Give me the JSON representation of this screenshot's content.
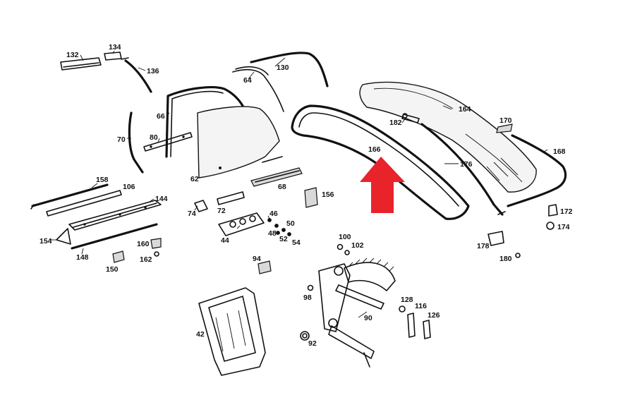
{
  "labels": {
    "p132": "132",
    "p134": "134",
    "p136": "136",
    "p130": "130",
    "p64": "64",
    "p66": "66",
    "p70": "70",
    "p80": "80",
    "p62": "62",
    "p68": "68",
    "p164": "164",
    "p170": "170",
    "p182": "182",
    "p168": "168",
    "p166": "166",
    "p176": "176",
    "p158": "158",
    "p106": "106",
    "p144": "144",
    "p74": "74",
    "p72": "72",
    "p156": "156",
    "p46": "46",
    "p50": "50",
    "p48": "48",
    "p52": "52",
    "p54": "54",
    "p44": "44",
    "p172": "172",
    "p174": "174",
    "p154": "154",
    "p148": "148",
    "p160": "160",
    "p162": "162",
    "p150": "150",
    "p100": "100",
    "p102": "102",
    "p178": "178",
    "p180": "180",
    "p94": "94",
    "p98": "98",
    "p128": "128",
    "p116": "116",
    "p126": "126",
    "p90": "90",
    "p42": "42",
    "p92": "92"
  },
  "colors": {
    "arrow": "#e8232a",
    "ink": "#111111"
  },
  "highlight": {
    "target": "166"
  }
}
